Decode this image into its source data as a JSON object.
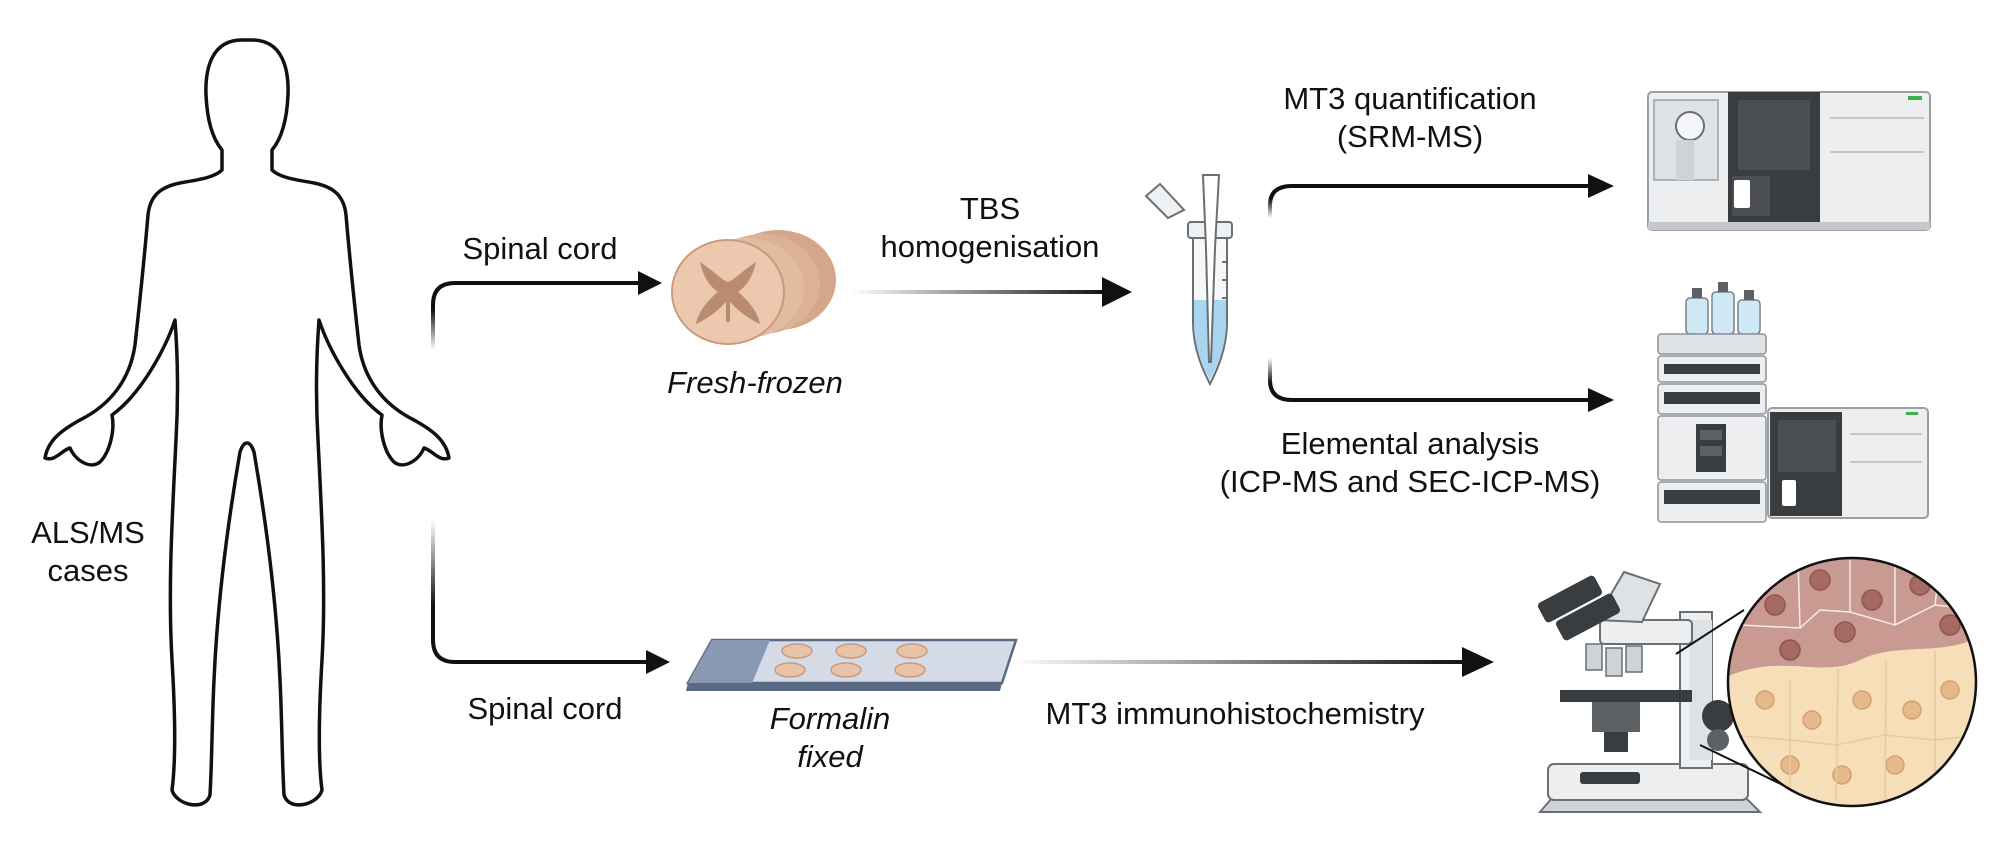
{
  "subject": {
    "line1": "ALS/MS",
    "line2": "cases"
  },
  "branch_top": {
    "label": "Spinal cord",
    "tissue": "Fresh-frozen"
  },
  "branch_bottom": {
    "label": "Spinal cord",
    "tissue_line1": "Formalin",
    "tissue_line2": "fixed"
  },
  "homogenisation": {
    "line1": "TBS",
    "line2": "homogenisation"
  },
  "srm": {
    "line1": "MT3 quantification",
    "line2": "(SRM-MS)"
  },
  "elemental": {
    "line1": "Elemental analysis",
    "line2": "(ICP-MS and SEC-ICP-MS)"
  },
  "ihc": {
    "label": "MT3 immunohistochemistry"
  },
  "colors": {
    "arrow": "#111111",
    "tissue": "#e8c3a8",
    "tissue_dark": "#c99b7c",
    "liquid": "#a9d5ef",
    "instrument_dark": "#3a3d40",
    "instrument_light": "#eceef0",
    "cell_light": "#f6dfb8",
    "cell_dark": "#b7776f"
  }
}
